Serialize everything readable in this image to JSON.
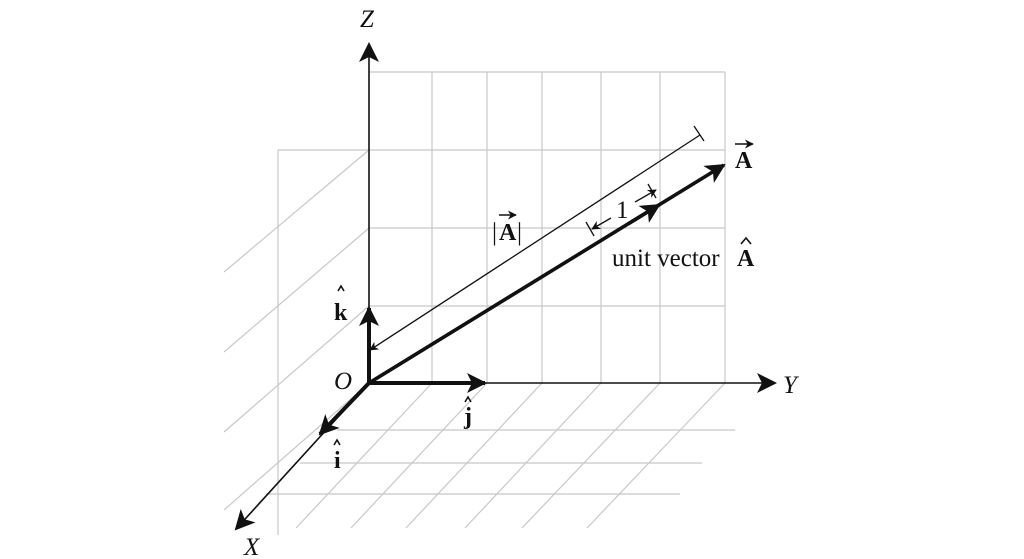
{
  "axes": {
    "z": "Z",
    "y": "Y",
    "x": "X",
    "origin": "O"
  },
  "unit_vectors": {
    "i": "i",
    "j": "j",
    "k": "k"
  },
  "vector": {
    "name": "A",
    "magnitude_label": {
      "open": "|",
      "symbol": "A",
      "close": "|"
    },
    "unit_length_label": "1",
    "unit_vector_text": "unit vector",
    "unit_vector_symbol": "A"
  },
  "colors": {
    "ink": "#111111",
    "grid": "#c8c8c8"
  }
}
